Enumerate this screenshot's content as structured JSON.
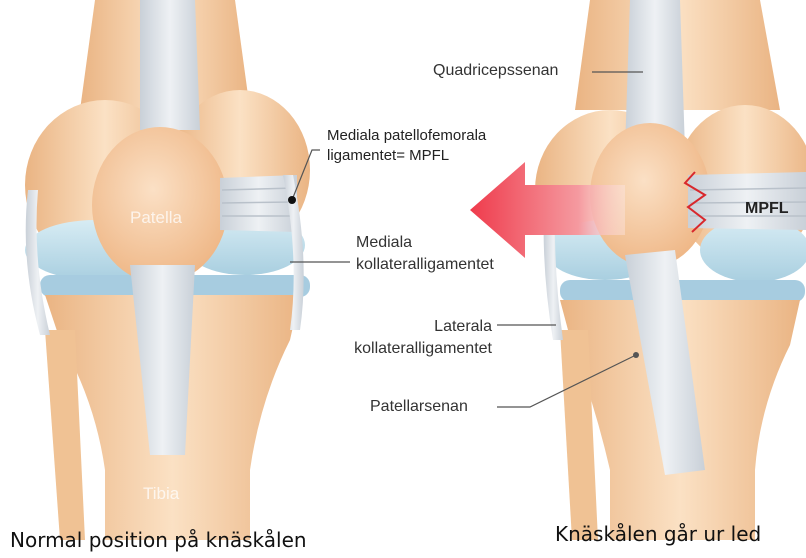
{
  "labels": {
    "quadriceps": "Quadricepssenan",
    "mpfl_line1": "Mediala patellofemorala",
    "mpfl_line2": "ligamentet= MPFL",
    "mcl_line1": "Mediala",
    "mcl_line2": "kollateralligamentet",
    "lcl_line1": "Laterala",
    "lcl_line2": "kollateralligamentet",
    "patellar": "Patellarsenan",
    "mpfl_short": "MPFL",
    "patella": "Patella",
    "tibia": "Tibia"
  },
  "captions": {
    "left": "Normal position på knäskålen",
    "right": "Knäskålen går ur led"
  },
  "colors": {
    "bone": "#f3c79a",
    "bone_light": "#f9dcbc",
    "cartilage": "#bcdbe8",
    "ligament": "#d9dee4",
    "arrow": "#f0505e",
    "tear": "#d8282d",
    "leader": "#555555"
  }
}
